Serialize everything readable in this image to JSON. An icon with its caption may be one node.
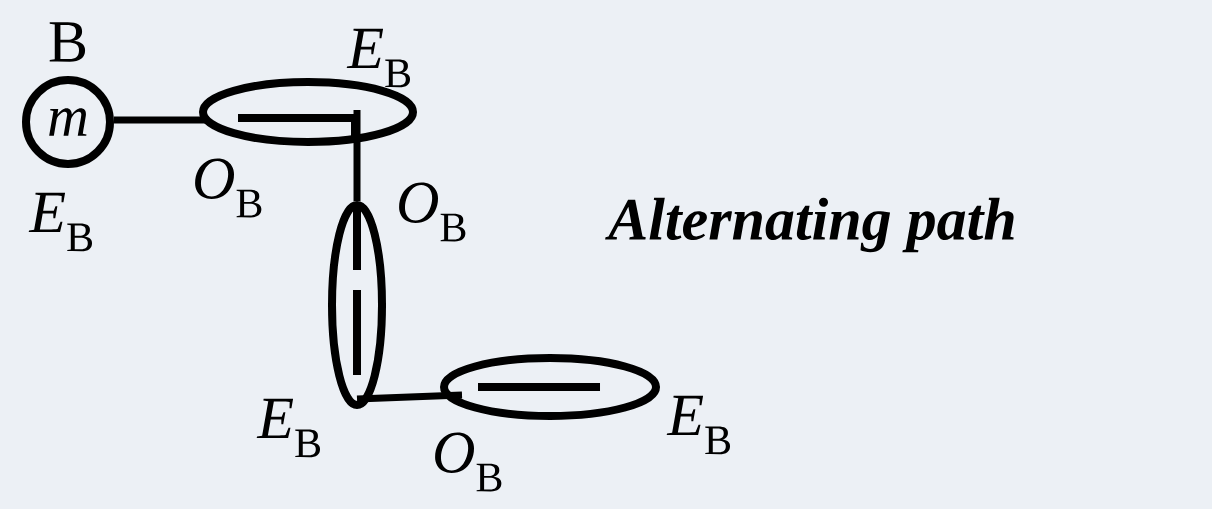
{
  "diagram": {
    "nodes": [
      {
        "text": [
          "m"
        ],
        "beside": [
          "B",
          "*E*$_{B}$"
        ]
      },
      {
        "text": [],
        "shape": "ellipse",
        "beside": [
          "*O*$_{B}$",
          "*E*$_{B}$"
        ]
      },
      {
        "text": [],
        "shape": "ellipse",
        "beside": [
          "*O*$_{B}$",
          "*E*$_{B}$"
        ]
      },
      {
        "text": [],
        "shape": "ellipse",
        "beside": [
          "*O*$_{B}$",
          "*E*$_{B}$"
        ]
      }
    ],
    "edges": [
      {
        "from": 0,
        "to": 1,
        "arrow": "none"
      },
      {
        "from": 1,
        "to": 2,
        "arrow": "none"
      },
      {
        "from": 2,
        "to": 3,
        "arrow": "none"
      }
    ],
    "labels": [
      "Alternating path"
    ]
  }
}
